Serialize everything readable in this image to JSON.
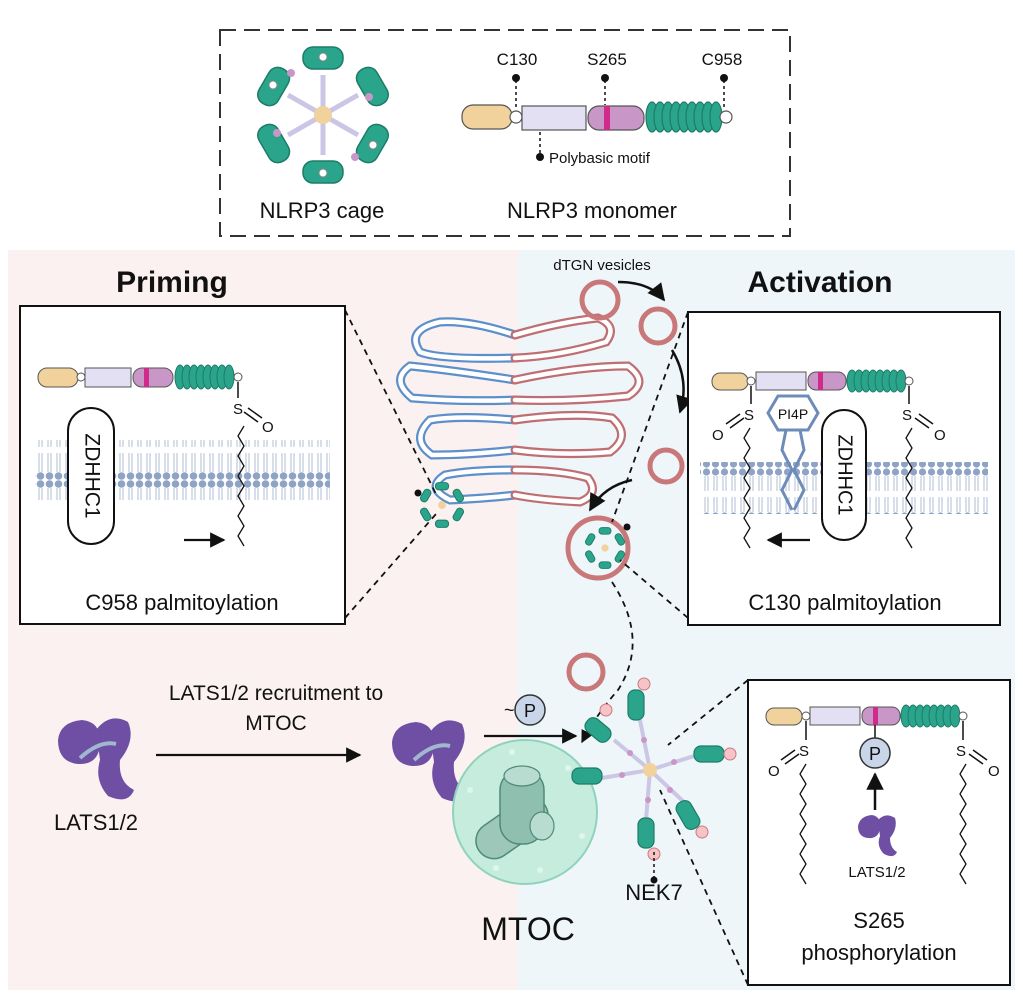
{
  "header": {
    "cage_label": "NLRP3 cage",
    "monomer_label": "NLRP3 monomer",
    "site_c130": "C130",
    "site_s265": "S265",
    "site_c958": "C958",
    "polybasic_label": "Polybasic motif"
  },
  "priming": {
    "title": "Priming",
    "enzyme_label": "ZDHHC1",
    "s_label": "S",
    "o_label": "O",
    "caption": "C958 palmitoylation"
  },
  "activation": {
    "title": "Activation",
    "vesicles_label": "dTGN vesicles",
    "pi4p_label": "PI4P",
    "enzyme_label": "ZDHHC1",
    "s_label": "S",
    "o_label": "O",
    "caption": "C130 palmitoylation"
  },
  "lats": {
    "recruit_line1": "LATS1/2 recruitment to",
    "recruit_line2": "MTOC",
    "kinase_label": "LATS1/2",
    "p_label": "P",
    "p_tilde": "~"
  },
  "mtoc": {
    "label": "MTOC",
    "nek7_label": "NEK7"
  },
  "phospho": {
    "kinase_label": "LATS1/2",
    "p_label": "P",
    "s_label": "S",
    "o_label": "O",
    "caption_line1": "S265",
    "caption_line2": "phosphorylation"
  },
  "colors": {
    "teal": "#2aa58b",
    "teal_dark": "#1d7c68",
    "lavender": "#e4e0f3",
    "pink_domain": "#c996c8",
    "magenta": "#d02a8a",
    "tan": "#f2d29c",
    "purple": "#6e4fa3",
    "golgi_blue": "#7aa9dd",
    "golgi_red": "#c9787a",
    "priming_bg": "#fcf1f1",
    "activation_bg": "#eef6f9",
    "membrane": "#8fa3c4"
  }
}
